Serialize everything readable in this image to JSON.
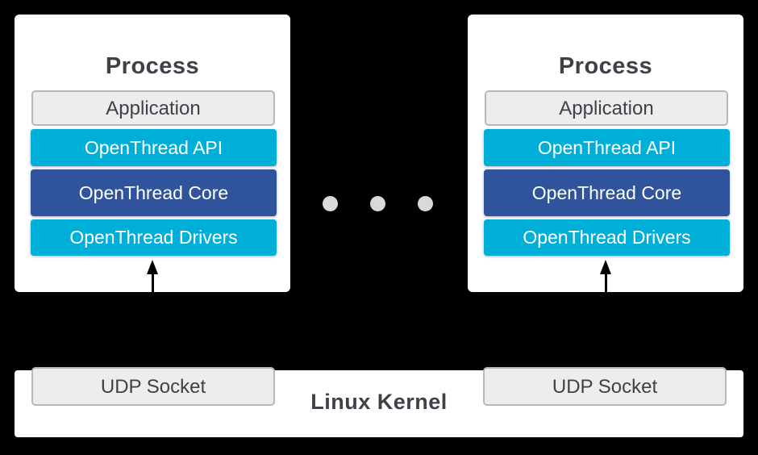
{
  "canvas": {
    "background": "#000000"
  },
  "colors": {
    "panel_white": "#ffffff",
    "cyan": "#00afd8",
    "dark_blue": "#30549c",
    "gray_fill": "#ededed",
    "gray_border": "#b6b8ba",
    "text_dark": "#3d4248",
    "text_light": "#ffffff",
    "dot_gray": "#d9d9d9",
    "arrow_black": "#000000"
  },
  "processes": [
    {
      "title": "Process",
      "layers": [
        {
          "label": "Application",
          "color": "#ededed"
        },
        {
          "label": "OpenThread API",
          "color": "#00afd8"
        },
        {
          "label": "OpenThread Core",
          "color": "#30549c"
        },
        {
          "label": "OpenThread Drivers",
          "color": "#00afd8"
        }
      ]
    },
    {
      "title": "Process",
      "layers": [
        {
          "label": "Application",
          "color": "#ededed"
        },
        {
          "label": "OpenThread API",
          "color": "#00afd8"
        },
        {
          "label": "OpenThread Core",
          "color": "#30549c"
        },
        {
          "label": "OpenThread Drivers",
          "color": "#00afd8"
        }
      ]
    }
  ],
  "ellipsis": {
    "dot_count": 3
  },
  "arrows": [
    {
      "direction": "up",
      "from": "UDP Socket",
      "to": "OpenThread Drivers"
    },
    {
      "direction": "up",
      "from": "UDP Socket",
      "to": "OpenThread Drivers"
    }
  ],
  "kernel_bar": {
    "label": "Linux Kernel",
    "sockets": [
      {
        "label": "UDP Socket"
      },
      {
        "label": "UDP Socket"
      }
    ]
  }
}
